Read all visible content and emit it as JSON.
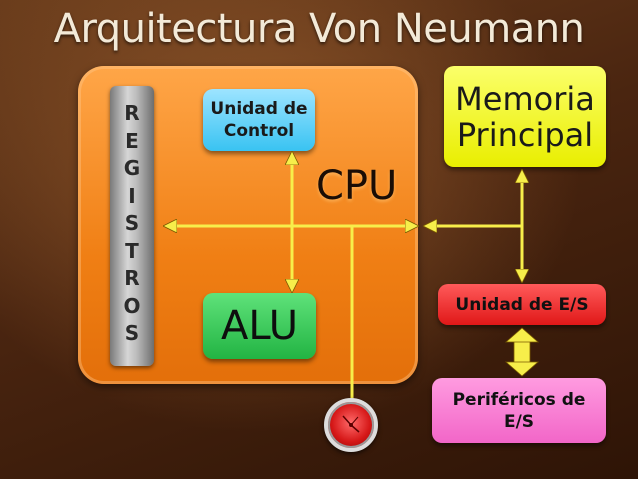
{
  "title": "Arquitectura Von Neumann",
  "cpu": {
    "label": "CPU",
    "registros": "R E G I S T R O S",
    "unidad_control": {
      "line1": "Unidad de",
      "line2": "Control"
    },
    "alu": "ALU"
  },
  "memoria": {
    "line1": "Memoria",
    "line2": "Principal"
  },
  "unidad_es": "Unidad de E/S",
  "perifericos": {
    "line1": "Periféricos de",
    "line2": "E/S"
  },
  "colors": {
    "cpu": "#f07f14",
    "control": "#39c3f2",
    "alu": "#22b443",
    "memoria": "#e9ee00",
    "unidad_es": "#e01818",
    "perifericos": "#f266c8",
    "bus": "#f7ee4a",
    "clock": "#d61818"
  },
  "icons": {
    "clock": "clock-icon"
  }
}
